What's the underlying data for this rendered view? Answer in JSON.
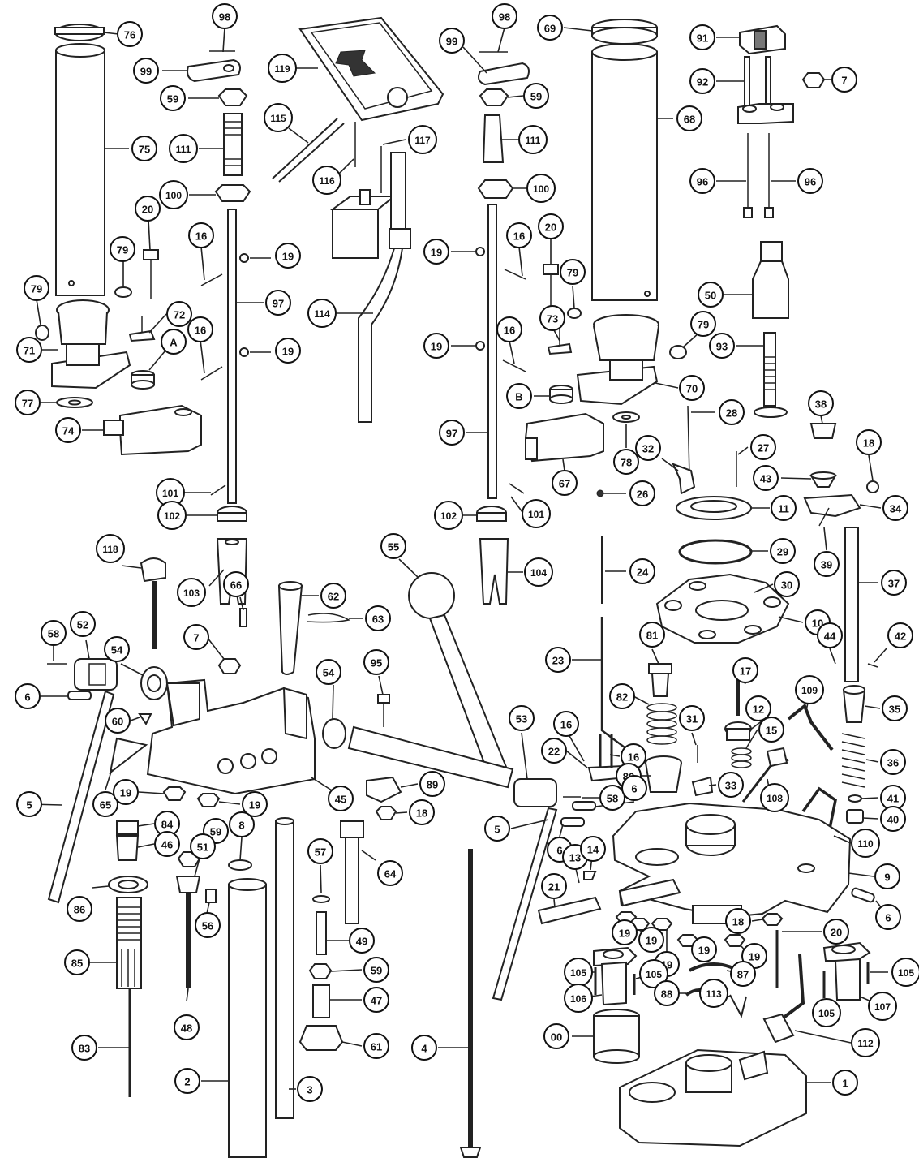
{
  "diagram": {
    "callouts": [
      {
        "id": "c76",
        "label": "76"
      },
      {
        "id": "c98a",
        "label": "98"
      },
      {
        "id": "c99a",
        "label": "99"
      },
      {
        "id": "c59a",
        "label": "59"
      },
      {
        "id": "c75",
        "label": "75"
      },
      {
        "id": "c111a",
        "label": "111"
      },
      {
        "id": "c100a",
        "label": "100"
      },
      {
        "id": "c20a",
        "label": "20"
      },
      {
        "id": "c16a",
        "label": "16"
      },
      {
        "id": "c19a",
        "label": "19"
      },
      {
        "id": "c79a",
        "label": "79"
      },
      {
        "id": "c79b",
        "label": "79"
      },
      {
        "id": "c72",
        "label": "72"
      },
      {
        "id": "c97a",
        "label": "97"
      },
      {
        "id": "c71",
        "label": "71"
      },
      {
        "id": "cA",
        "label": "A"
      },
      {
        "id": "c16b",
        "label": "16"
      },
      {
        "id": "c19b",
        "label": "19"
      },
      {
        "id": "c77",
        "label": "77"
      },
      {
        "id": "c74",
        "label": "74"
      },
      {
        "id": "c101a",
        "label": "101"
      },
      {
        "id": "c102a",
        "label": "102"
      },
      {
        "id": "c103",
        "label": "103"
      },
      {
        "id": "c119",
        "label": "119"
      },
      {
        "id": "c115",
        "label": "115"
      },
      {
        "id": "c116",
        "label": "116"
      },
      {
        "id": "c117",
        "label": "117"
      },
      {
        "id": "c114",
        "label": "114"
      },
      {
        "id": "c98b",
        "label": "98"
      },
      {
        "id": "c99b",
        "label": "99"
      },
      {
        "id": "c59b",
        "label": "59"
      },
      {
        "id": "c111b",
        "label": "111"
      },
      {
        "id": "c100b",
        "label": "100"
      },
      {
        "id": "c19c",
        "label": "19"
      },
      {
        "id": "c16c",
        "label": "16"
      },
      {
        "id": "c20b",
        "label": "20"
      },
      {
        "id": "c79c",
        "label": "79"
      },
      {
        "id": "c19d",
        "label": "19"
      },
      {
        "id": "c16d",
        "label": "16"
      },
      {
        "id": "c73",
        "label": "73"
      },
      {
        "id": "cB",
        "label": "B"
      },
      {
        "id": "c97b",
        "label": "97"
      },
      {
        "id": "c67",
        "label": "67"
      },
      {
        "id": "c102b",
        "label": "102"
      },
      {
        "id": "c101b",
        "label": "101"
      },
      {
        "id": "c104",
        "label": "104"
      },
      {
        "id": "c69",
        "label": "69"
      },
      {
        "id": "c91",
        "label": "91"
      },
      {
        "id": "c92",
        "label": "92"
      },
      {
        "id": "c7a",
        "label": "7"
      },
      {
        "id": "c68",
        "label": "68"
      },
      {
        "id": "c96a",
        "label": "96"
      },
      {
        "id": "c96b",
        "label": "96"
      },
      {
        "id": "c50",
        "label": "50"
      },
      {
        "id": "c79d",
        "label": "79"
      },
      {
        "id": "c93",
        "label": "93"
      },
      {
        "id": "c70",
        "label": "70"
      },
      {
        "id": "c78",
        "label": "78"
      },
      {
        "id": "c28",
        "label": "28"
      },
      {
        "id": "c38",
        "label": "38"
      },
      {
        "id": "c32",
        "label": "32"
      },
      {
        "id": "c27",
        "label": "27"
      },
      {
        "id": "c18a",
        "label": "18"
      },
      {
        "id": "c43",
        "label": "43"
      },
      {
        "id": "c26",
        "label": "26"
      },
      {
        "id": "c11",
        "label": "11"
      },
      {
        "id": "c34",
        "label": "34"
      },
      {
        "id": "c24",
        "label": "24"
      },
      {
        "id": "c29",
        "label": "29"
      },
      {
        "id": "c39",
        "label": "39"
      },
      {
        "id": "c30",
        "label": "30"
      },
      {
        "id": "c37",
        "label": "37"
      },
      {
        "id": "c10",
        "label": "10"
      },
      {
        "id": "c42",
        "label": "42"
      },
      {
        "id": "c44",
        "label": "44"
      },
      {
        "id": "c118",
        "label": "118"
      },
      {
        "id": "c62",
        "label": "62"
      },
      {
        "id": "c63",
        "label": "63"
      },
      {
        "id": "c66",
        "label": "66"
      },
      {
        "id": "c7b",
        "label": "7"
      },
      {
        "id": "c58a",
        "label": "58"
      },
      {
        "id": "c52",
        "label": "52"
      },
      {
        "id": "c54a",
        "label": "54"
      },
      {
        "id": "c55",
        "label": "55"
      },
      {
        "id": "c6a",
        "label": "6"
      },
      {
        "id": "c60",
        "label": "60"
      },
      {
        "id": "c95",
        "label": "95"
      },
      {
        "id": "c54b",
        "label": "54"
      },
      {
        "id": "c23",
        "label": "23"
      },
      {
        "id": "c81",
        "label": "81"
      },
      {
        "id": "c17",
        "label": "17"
      },
      {
        "id": "c82",
        "label": "82"
      },
      {
        "id": "c35",
        "label": "35"
      },
      {
        "id": "c12",
        "label": "12"
      },
      {
        "id": "c109",
        "label": "109"
      },
      {
        "id": "c31",
        "label": "31"
      },
      {
        "id": "c15",
        "label": "15"
      },
      {
        "id": "c16e",
        "label": "16"
      },
      {
        "id": "c16f",
        "label": "16"
      },
      {
        "id": "c22",
        "label": "22"
      },
      {
        "id": "c53",
        "label": "53"
      },
      {
        "id": "c36",
        "label": "36"
      },
      {
        "id": "c65",
        "label": "65"
      },
      {
        "id": "c19e",
        "label": "19"
      },
      {
        "id": "c19f",
        "label": "19"
      },
      {
        "id": "c45",
        "label": "45"
      },
      {
        "id": "c89",
        "label": "89"
      },
      {
        "id": "c80",
        "label": "80"
      },
      {
        "id": "c33",
        "label": "33"
      },
      {
        "id": "c108",
        "label": "108"
      },
      {
        "id": "c41",
        "label": "41"
      },
      {
        "id": "c5a",
        "label": "5"
      },
      {
        "id": "c18b",
        "label": "18"
      },
      {
        "id": "c58b",
        "label": "58"
      },
      {
        "id": "c6b",
        "label": "6"
      },
      {
        "id": "c40",
        "label": "40"
      },
      {
        "id": "c84",
        "label": "84"
      },
      {
        "id": "c59c",
        "label": "59"
      },
      {
        "id": "c8",
        "label": "8"
      },
      {
        "id": "c46",
        "label": "46"
      },
      {
        "id": "c51",
        "label": "51"
      },
      {
        "id": "c5b",
        "label": "5"
      },
      {
        "id": "c6c",
        "label": "6"
      },
      {
        "id": "c110",
        "label": "110"
      },
      {
        "id": "c57",
        "label": "57"
      },
      {
        "id": "c64",
        "label": "64"
      },
      {
        "id": "c13",
        "label": "13"
      },
      {
        "id": "c14",
        "label": "14"
      },
      {
        "id": "c86",
        "label": "86"
      },
      {
        "id": "c56",
        "label": "56"
      },
      {
        "id": "c9",
        "label": "9"
      },
      {
        "id": "c21",
        "label": "21"
      },
      {
        "id": "c6d",
        "label": "6"
      },
      {
        "id": "c19g",
        "label": "19"
      },
      {
        "id": "c19h",
        "label": "19"
      },
      {
        "id": "c18c",
        "label": "18"
      },
      {
        "id": "c20c",
        "label": "20"
      },
      {
        "id": "c49",
        "label": "49"
      },
      {
        "id": "c19i",
        "label": "19"
      },
      {
        "id": "c19j",
        "label": "19"
      },
      {
        "id": "c19k",
        "label": "19"
      },
      {
        "id": "c85",
        "label": "85"
      },
      {
        "id": "c59d",
        "label": "59"
      },
      {
        "id": "c105a",
        "label": "105"
      },
      {
        "id": "c87",
        "label": "87"
      },
      {
        "id": "c105b",
        "label": "105"
      },
      {
        "id": "c47",
        "label": "47"
      },
      {
        "id": "c106",
        "label": "106"
      },
      {
        "id": "c105c",
        "label": "105"
      },
      {
        "id": "c48",
        "label": "48"
      },
      {
        "id": "c88",
        "label": "88"
      },
      {
        "id": "c113",
        "label": "113"
      },
      {
        "id": "c105d",
        "label": "105"
      },
      {
        "id": "c107",
        "label": "107"
      },
      {
        "id": "c61",
        "label": "61"
      },
      {
        "id": "c00",
        "label": "00"
      },
      {
        "id": "c83",
        "label": "83"
      },
      {
        "id": "c4",
        "label": "4"
      },
      {
        "id": "c112",
        "label": "112"
      },
      {
        "id": "c2",
        "label": "2"
      },
      {
        "id": "c3",
        "label": "3"
      },
      {
        "id": "c1",
        "label": "1"
      }
    ]
  }
}
